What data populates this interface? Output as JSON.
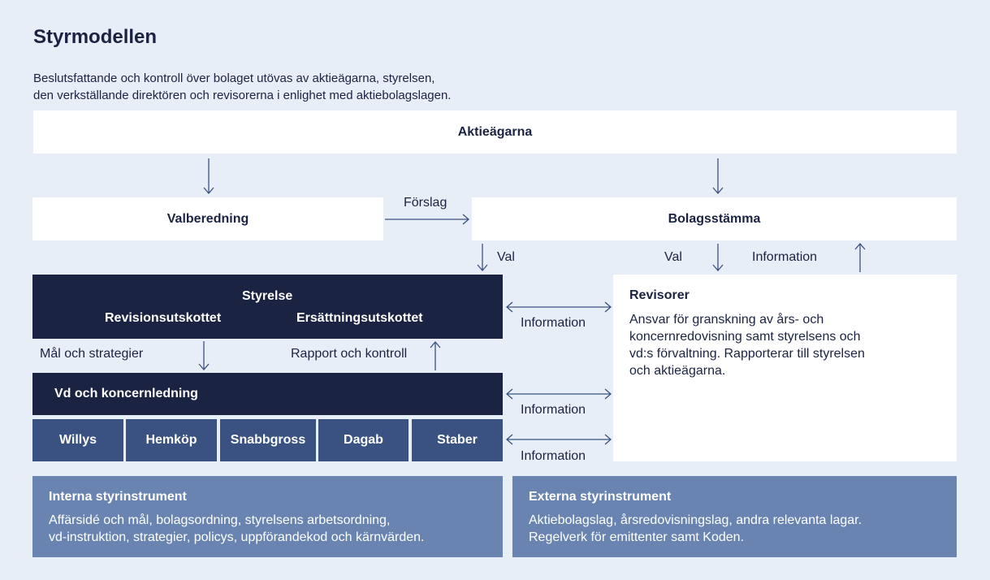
{
  "header": {
    "title": "Styrmodellen",
    "description_lines": [
      "Beslutsfattande och kontroll över bolaget utövas av aktieägarna, styrelsen,",
      "den verkställande direktören och revisorerna i enlighet med aktiebolagslagen."
    ]
  },
  "nodes": {
    "shareholders": "Aktieägarna",
    "nomination_committee": "Valberedning",
    "agm": "Bolagsstämma",
    "board": "Styrelse",
    "audit_committee": "Revisionsutskottet",
    "remuneration_committee": "Ersättningsutskottet",
    "ceo": "Vd och koncernledning",
    "auditors": {
      "title": "Revisorer",
      "lines": [
        "Ansvar för granskning av års- och",
        "koncernredovisning samt styrelsens och",
        "vd:s förvaltning. Rapporterar till styrelsen",
        "och aktieägarna."
      ]
    },
    "units": [
      "Willys",
      "Hemköp",
      "Snabbgross",
      "Dagab",
      "Staber"
    ]
  },
  "edge_labels": {
    "proposal": "Förslag",
    "election_board": "Val",
    "election_auditors": "Val",
    "information_up": "Information",
    "goals": "Mål och strategier",
    "report": "Rapport och kontroll",
    "info_board": "Information",
    "info_ceo": "Information",
    "info_units": "Information"
  },
  "instruments": {
    "internal": {
      "title": "Interna styrinstrument",
      "lines": [
        "Affärsidé och mål, bolagsordning, styrelsens arbetsordning,",
        "vd-instruktion, strategier, policys, uppförandekod och kärnvärden."
      ]
    },
    "external": {
      "title": "Externa styrinstrument",
      "lines": [
        "Aktiebolagslag, årsredovisningslag, andra relevanta lagar.",
        "Regelverk för emittenter samt Koden."
      ]
    }
  },
  "colors": {
    "background": "#e8eef7",
    "navy": "#1b2342",
    "unit_blue": "#3a5282",
    "instrument_blue": "#6984b0",
    "arrow": "#3a5282"
  }
}
